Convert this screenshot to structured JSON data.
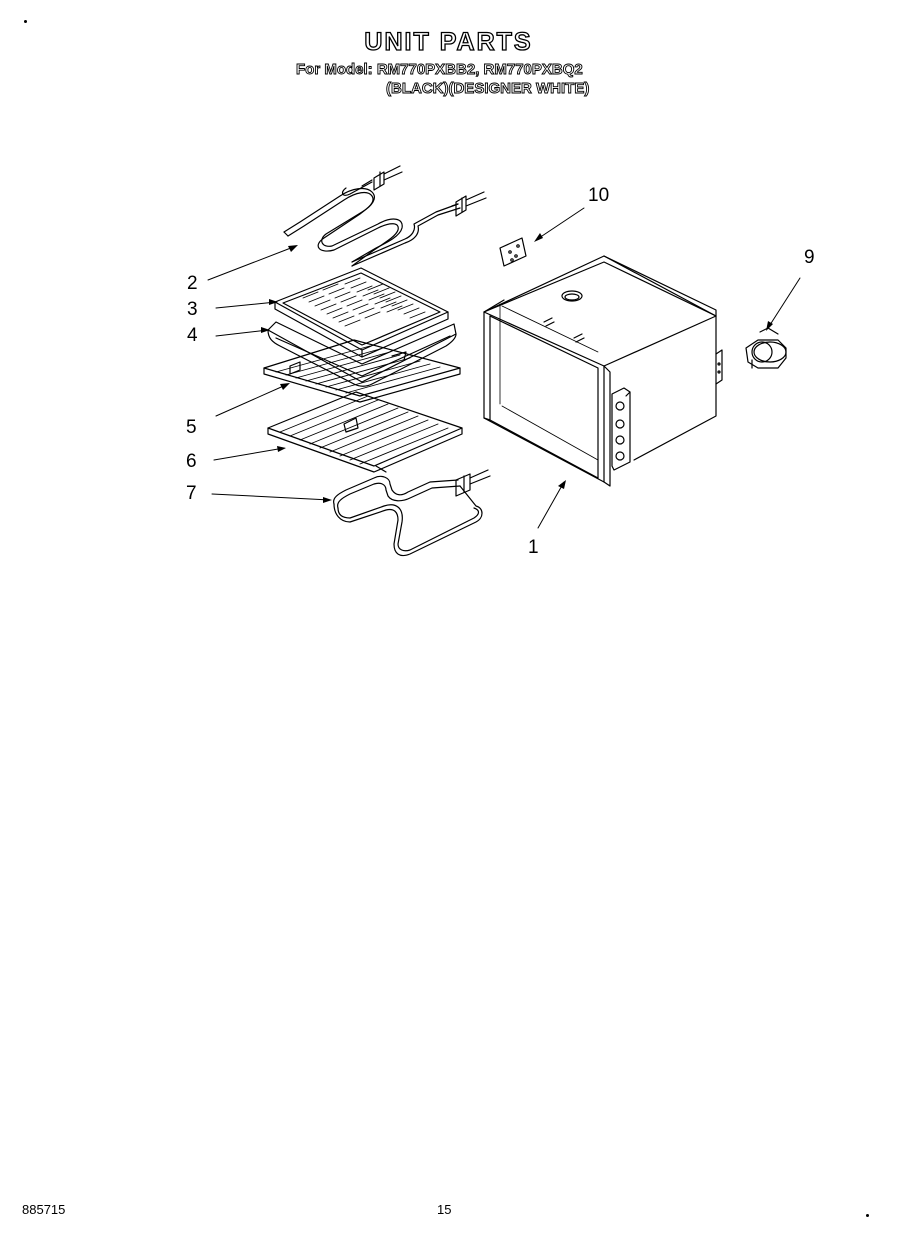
{
  "header": {
    "title": "UNIT PARTS",
    "model_line": "For Model: RM770PXBB2, RM770PXBQ2",
    "color_line": "(BLACK)(DESIGNER WHITE)"
  },
  "callouts": {
    "c1": "1",
    "c2": "2",
    "c3": "3",
    "c4": "4",
    "c5": "5",
    "c6": "6",
    "c7": "7",
    "c9": "9",
    "c10": "10"
  },
  "footer": {
    "doc_number": "885715",
    "page_number": "15"
  }
}
